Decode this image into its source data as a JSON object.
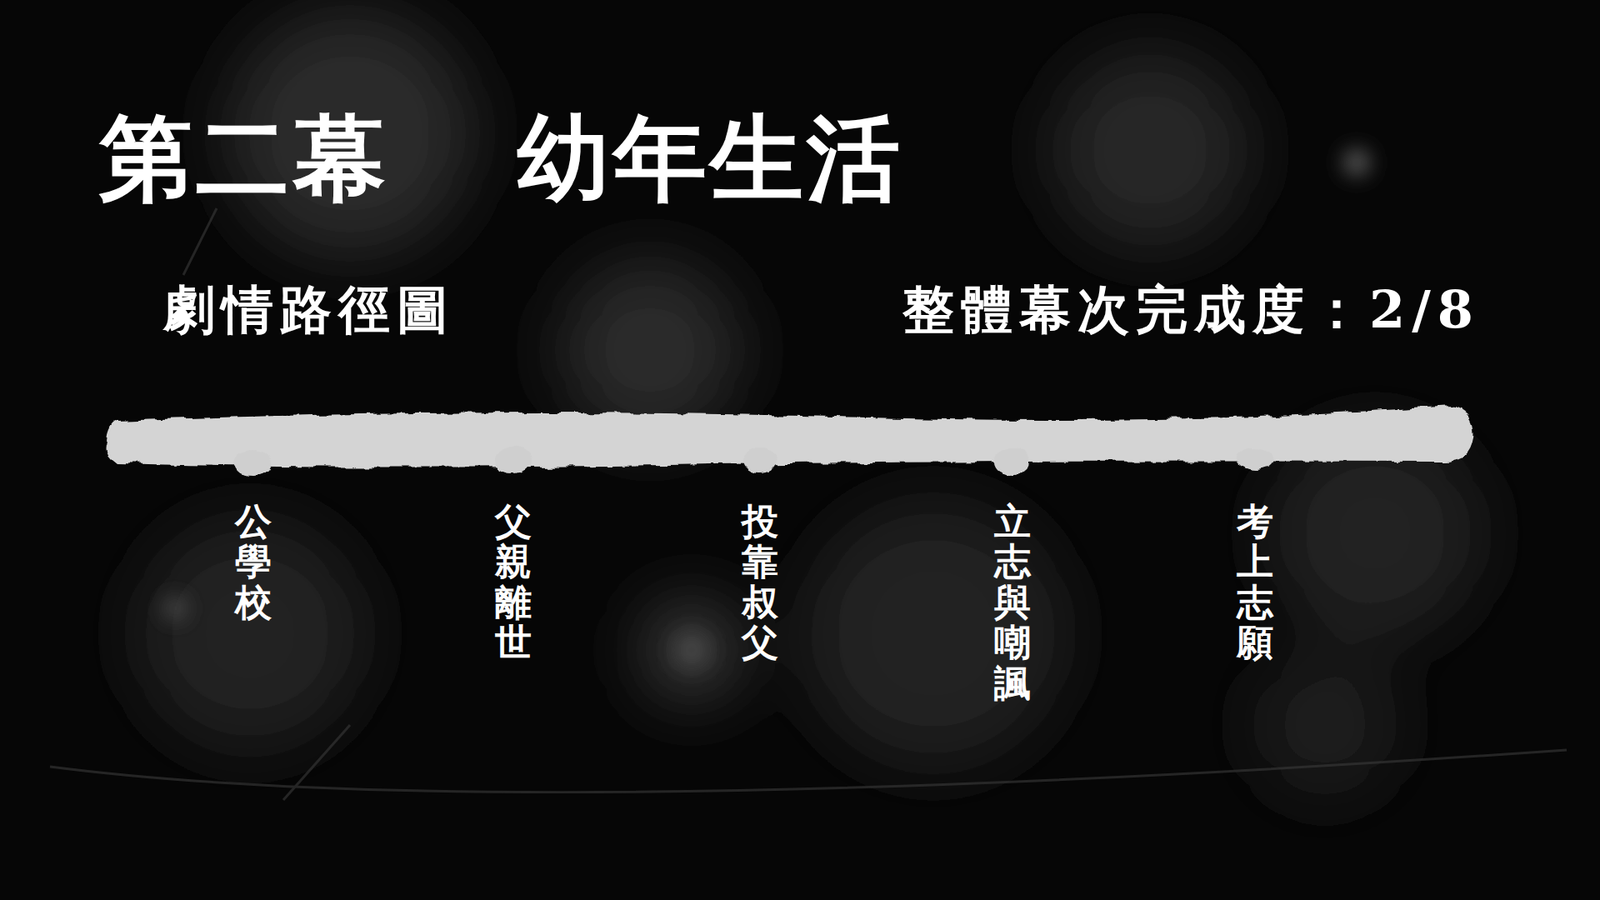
{
  "diagram": {
    "title": "第二幕 幼年生活",
    "labels": [
      "劇情路徑圖",
      "整體幕次完成度：2/8",
      "公學校",
      "父親離世",
      "投靠叔父",
      "立志與嘲諷",
      "考上志願"
    ]
  }
}
